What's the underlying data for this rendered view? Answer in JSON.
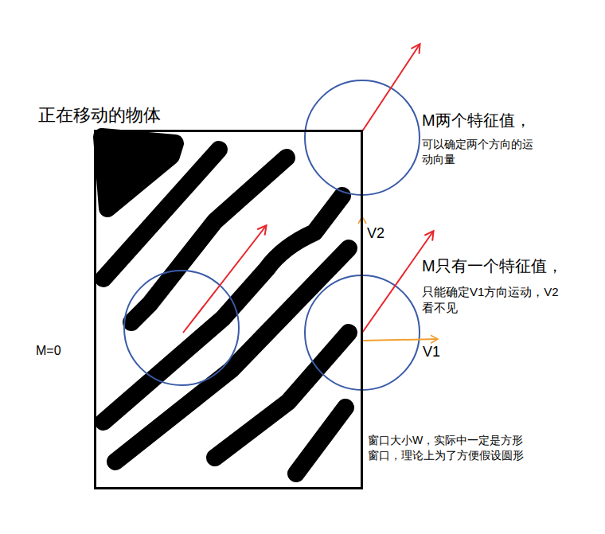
{
  "diagram": {
    "nodes": [
      {
        "text": [
          "正在移动的物体"
        ]
      }
    ],
    "labels": [
      "M两个特征值，",
      "可以确定两个方向的运动向量",
      "V2",
      "M只有一个特征值，",
      "只能确定V1方向运动，V2看不见",
      "V1",
      "M=0",
      "窗口大小W，实际中一定是方形窗口，理论上为了方便假设圆形"
    ]
  }
}
